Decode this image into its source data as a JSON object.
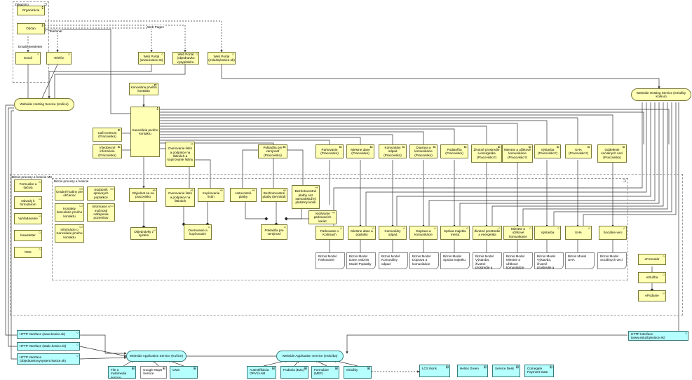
{
  "groups": {
    "customers": {
      "label": "Zákazníci"
    },
    "processes_outer": {
      "label": "Biznis procesy a funkcie MK"
    },
    "processes_inner": {
      "label": "Biznis procesy a funkcie"
    }
  },
  "actors": {
    "organization": "Organizácia",
    "citizen": "Občan"
  },
  "channels": {
    "email": "Email",
    "phone": "Telefón",
    "portal_kosice": "Web Portal (www.kosice.sk)",
    "portal_vysypisko": "Web Portal (objednavko vysypiském.",
    "portal_esluzby": "Web Portal (esluzbykosice.sk)"
  },
  "edge_labels": {
    "telefonat": "Telefonát",
    "web_pages": "Web Pages",
    "email_newsletter": "Email/Newsletter"
  },
  "services": {
    "website_hosting_kosice": "Webside Hosting Service (Košice)",
    "website_hosting_esluzby": "Webside Hosting Service (eSlužby Košice)",
    "website_app_kosice": "Webside Application Service (Košice)",
    "website_app_esluzby": "Webside Application Service (eSlužba)"
  },
  "office": {
    "contact_office_role": "Kancelária prvého kontaktu",
    "contact_office_actor": "Kancelária prvého kontaktu",
    "call_center": "Call Centrum (Pracovisko)",
    "general_info": "Všeobecné informácie (Pracovisko)"
  },
  "work_roles": [
    {
      "label": "Pokladňa pre verejnosť (Pracovisko)"
    },
    {
      "label": "Parkovanie (Pracovisko)"
    },
    {
      "label": "Miestne dane (Pracovisko)"
    },
    {
      "label": "Komunálny odpad (Pracovisko)"
    },
    {
      "label": "Doprava a komunikácie (Pracovisko)"
    },
    {
      "label": "Podateľňa (Pracovisko)"
    },
    {
      "label": "Životné prostredie a energetika (Pracovisko?)"
    },
    {
      "label": "Miestne a užitkové komunikácie (Pracovisko?)"
    },
    {
      "label": "Výstavba (Pracovisko?)"
    },
    {
      "label": "UHA (Pracovisko?)"
    },
    {
      "label": "Oddelenie sociálnych vecí (Pracovisko)"
    }
  ],
  "process_steps": {
    "overenie_listin": "Overovanie listín a podpisov na listinách a kopírovanie listiny",
    "objednat_vysypisko": "Objednat sa na pracovisko",
    "overovanie_kopirovanie": "Overovanie listín a podpisov na listinách",
    "kopirovanie": "Kopírovanie listín",
    "hotovostne": "Hotovostné platby",
    "bezhotovostne": "Bezhotovostné platby (terminál)",
    "bezhotovostne2": "Bezhotovostné platby cez samoobslužný platobný kiosk",
    "vydavanie": "Vydávanie parkovacích kariet"
  },
  "process_targets": {
    "objednavky": "Objednávky z systém",
    "overovanie_target": "Overovanie a kopírovanie",
    "pokladna_target": "Pokladňa pre verejnosť"
  },
  "left_functions": [
    "Formuláre a tlačivá",
    "Návody k formulárom",
    "Vyhľadávanie",
    "Newsletter",
    "RSS"
  ],
  "info_functions": [
    "Úradné hodiny pre občanov",
    "Súdobník správnych poplatkov",
    "Kontakty kancelárie prvého kontaktu",
    "Informácie o možnosti odkúpenia pozemkov",
    "Informácie o Kancelárie prvého kontaktu"
  ],
  "domain_functions": [
    "Parkovanie v Košiciach",
    "Miestne dane a poplatky",
    "Komunálny odpad",
    "Doprava a komunikácie",
    "Správa majetku mesta",
    "Životné prostredie a energetika",
    "Miestne a užitkové komunikácie",
    "Výstavba",
    "UHA",
    "Sociálne veci"
  ],
  "business_models": [
    "Biznis Model Parkovanie",
    "Biznis Model Dane a Biznis Model Poplatky",
    "Biznis Model Komunálny odpad",
    "Biznis Model Doprava a komunikácie",
    "Biznis Model Správa majetku",
    "Biznis Model Výstavba, životné prostredie a energetika",
    "Biznis Model Miestne a užitkové komunikácie",
    "Biznis Model Výstavba, životné prostredie a energetika",
    "Biznis Model UHA",
    "Biznis Model Sociálnych vecí"
  ],
  "eforms": {
    "eformular": "eFormulár",
    "esluzba": "eSlužba",
    "epodanie": "ePodanie"
  },
  "interfaces": {
    "http_kosice": "HTTP Interface (www.kosice.sk)",
    "http_static": "HTTP Interface (static.kosice.sk)",
    "http_vysypisko": "HTTP Interface (objednavkovysystem.kosice.sk)",
    "http_esluzby": "HTTP Interface (www.esluzbykosice.sk)"
  },
  "app_components": {
    "file_multimedia": "File a multimedia service",
    "google_maps": "Google Maps Service",
    "cms": "CMS",
    "autentifikacia": "Autentifikácia OPVS IAM",
    "podania": "Podania (E2C)",
    "formulare": "Formuláre (MEF)",
    "esluzby_app": "eSlužby",
    "lcs_noris": "LCS Noris",
    "helios": "Helios Green",
    "service_desk": "Service Desk",
    "comgate": "Comegate Payment Gate"
  },
  "colors": {
    "business": "#ffffb5",
    "application": "#b5ffff",
    "line": "#3a3a3a"
  }
}
